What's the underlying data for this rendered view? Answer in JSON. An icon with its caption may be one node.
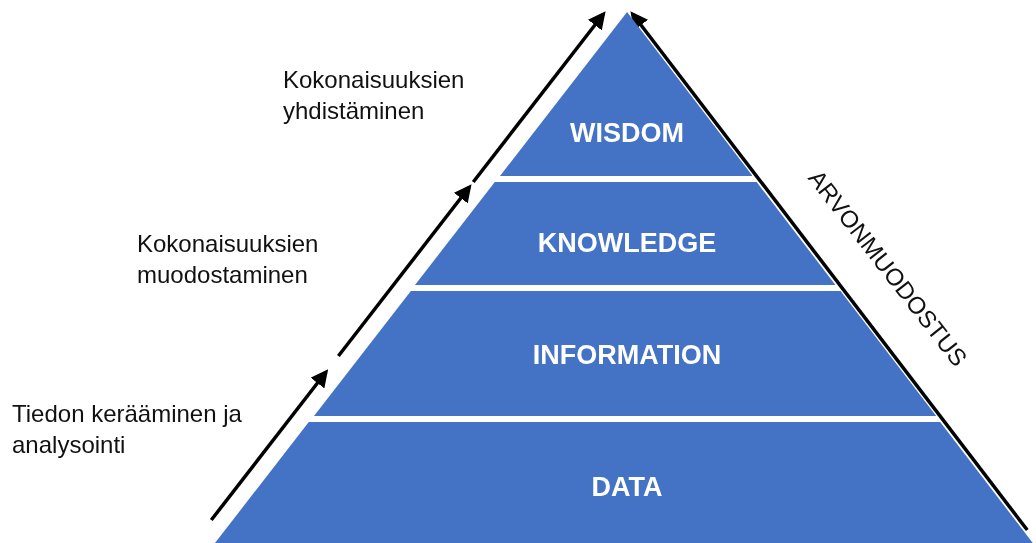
{
  "diagram": {
    "nodes": [
      {
        "text": [
          "WISDOM"
        ]
      },
      {
        "text": [
          "KNOWLEDGE"
        ]
      },
      {
        "text": [
          "INFORMATION"
        ]
      },
      {
        "text": [
          "DATA"
        ]
      }
    ],
    "edges": [
      {
        "from": 3,
        "to": 2,
        "arrow": "to",
        "label": "Tiedon kerääminen ja analysointi"
      },
      {
        "from": 2,
        "to": 1,
        "arrow": "to",
        "label": "Kokonaisuuksien muodostaminen"
      },
      {
        "from": 1,
        "to": 0,
        "arrow": "to",
        "label": "Kokonaisuuksien yhdistäminen"
      },
      {
        "from": 3,
        "to": 0,
        "arrow": "to",
        "label": "ARVONMUODOSTUS"
      }
    ]
  }
}
